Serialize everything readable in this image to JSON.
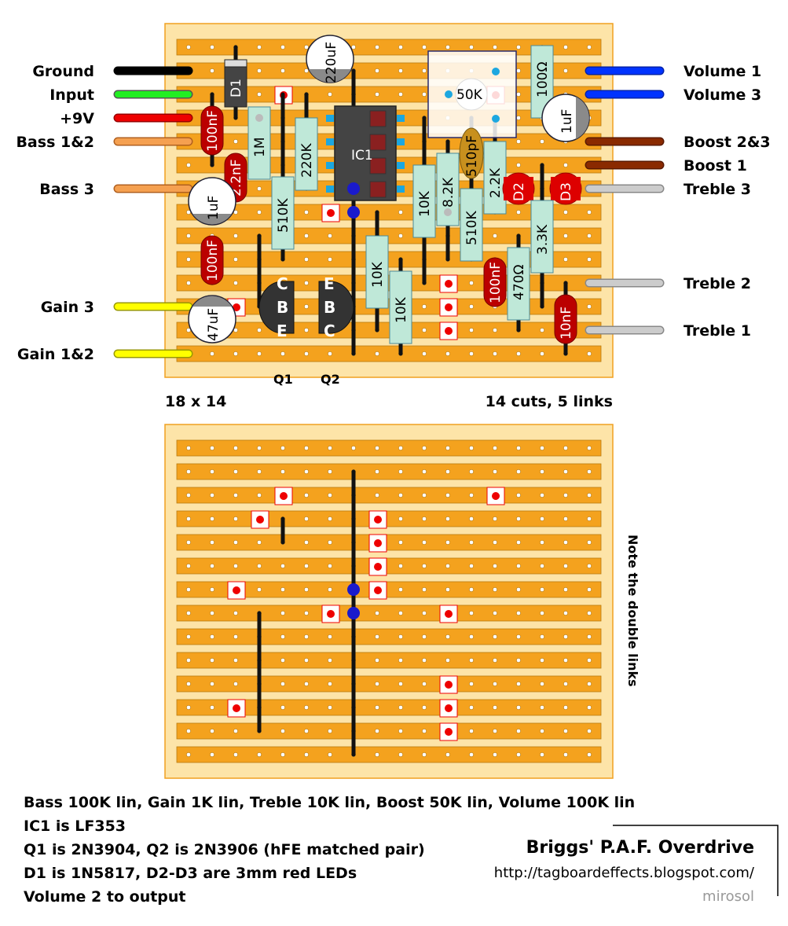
{
  "board": {
    "cols": 18,
    "rows": 14,
    "size_label": "18 x 14",
    "cuts_label": "14 cuts, 5 links",
    "note": "Note the double links"
  },
  "wires_left": [
    {
      "label": "Ground",
      "color": "#000000"
    },
    {
      "label": "Input",
      "color": "#22ee22"
    },
    {
      "label": "+9V",
      "color": "#ee0000"
    },
    {
      "label": "Bass 1&2",
      "color": "#f5a050"
    },
    {
      "label": "Bass 3",
      "color": "#f5a050"
    },
    {
      "label": "Gain 3",
      "color": "#ffff00"
    },
    {
      "label": "Gain 1&2",
      "color": "#ffff00"
    }
  ],
  "wires_right": [
    {
      "label": "Volume 1",
      "color": "#0033ff"
    },
    {
      "label": "Volume 3",
      "color": "#0033ff"
    },
    {
      "label": "Boost 2&3",
      "color": "#8a2a00"
    },
    {
      "label": "Boost 1",
      "color": "#8a2a00"
    },
    {
      "label": "Treble 3",
      "color": "#cccccc"
    },
    {
      "label": "Treble 2",
      "color": "#cccccc"
    },
    {
      "label": "Treble 1",
      "color": "#cccccc"
    }
  ],
  "components": {
    "d1": "D1",
    "c220u": "220uF",
    "pot50k": "50K",
    "r100ohm": "100Ω",
    "c1u_right": "1uF",
    "c100n_1": "100nF",
    "r1m": "1M",
    "r220k": "220K",
    "ic1": "IC1",
    "c2n2": "2.2nF",
    "c1u_left": "1uF",
    "r510k_1": "510K",
    "c510p": "510pF",
    "r2k2": "2.2K",
    "r10k_1": "10K",
    "r8k2": "8.2K",
    "d2": "D2",
    "d3": "D3",
    "r510k_2": "510K",
    "r3k3": "3.3K",
    "c100n_2": "100nF",
    "r10k_2": "10K",
    "r10k_3": "10K",
    "c100n_3": "100nF",
    "r470": "470Ω",
    "c47u": "47uF",
    "c10n": "10nF",
    "q1_pins": [
      "C",
      "B",
      "E"
    ],
    "q2_pins": [
      "E",
      "B",
      "C"
    ],
    "q1_label": "Q1",
    "q2_label": "Q2"
  },
  "notes": [
    "Bass 100K lin, Gain 1K lin, Treble 10K lin, Boost 50K lin, Volume 100K lin",
    "IC1 is LF353",
    "Q1 is 2N3904, Q2 is 2N3906 (hFE matched pair)",
    "D1 is 1N5817, D2-D3 are 3mm red LEDs",
    "Volume 2 to output"
  ],
  "title": "Briggs' P.A.F. Overdrive",
  "url": "http://tagboardeffects.blogspot.com/",
  "author": "mirosol"
}
